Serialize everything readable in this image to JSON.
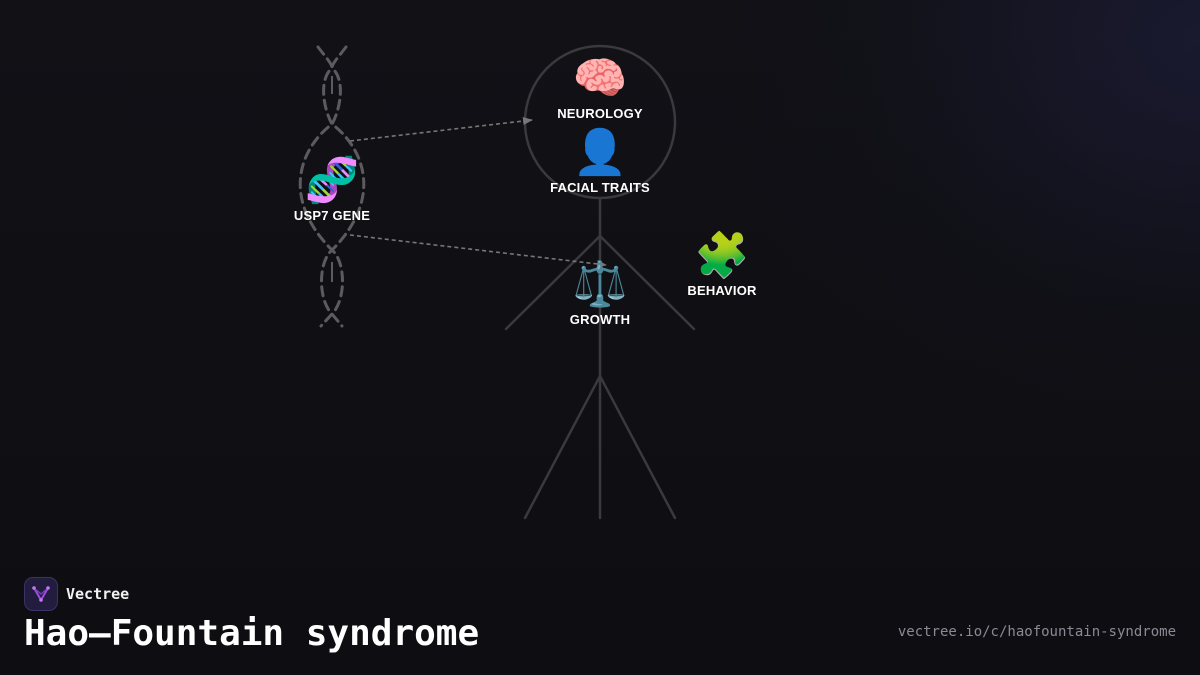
{
  "diagram": {
    "nodes": {
      "neurology": {
        "label": "NEUROLOGY",
        "icon": "brain-icon",
        "glyph": "🧠"
      },
      "facial_traits": {
        "label": "FACIAL TRAITS",
        "icon": "person-silhouette-icon",
        "glyph": "👤"
      },
      "gene": {
        "label": "USP7 GENE",
        "icon": "dna-icon",
        "glyph": "🧬"
      },
      "growth": {
        "label": "GROWTH",
        "icon": "balance-scale-icon",
        "glyph": "⚖️"
      },
      "behavior": {
        "label": "BEHAVIOR",
        "icon": "puzzle-piece-icon",
        "glyph": "🧩"
      }
    },
    "edges": [
      {
        "from": "gene",
        "to": "neurology"
      },
      {
        "from": "gene",
        "to": "growth"
      }
    ]
  },
  "footer": {
    "brand_name": "Vectree",
    "title": "Hao–Fountain syndrome",
    "url": "vectree.io/c/haofountain-syndrome"
  },
  "colors": {
    "background": "#0f0f13",
    "figure_stroke": "#3a3a3e",
    "arrow": "#777777",
    "label": "#ffffff",
    "url": "#8a8a94",
    "brand_accent": "#a04ce0"
  }
}
